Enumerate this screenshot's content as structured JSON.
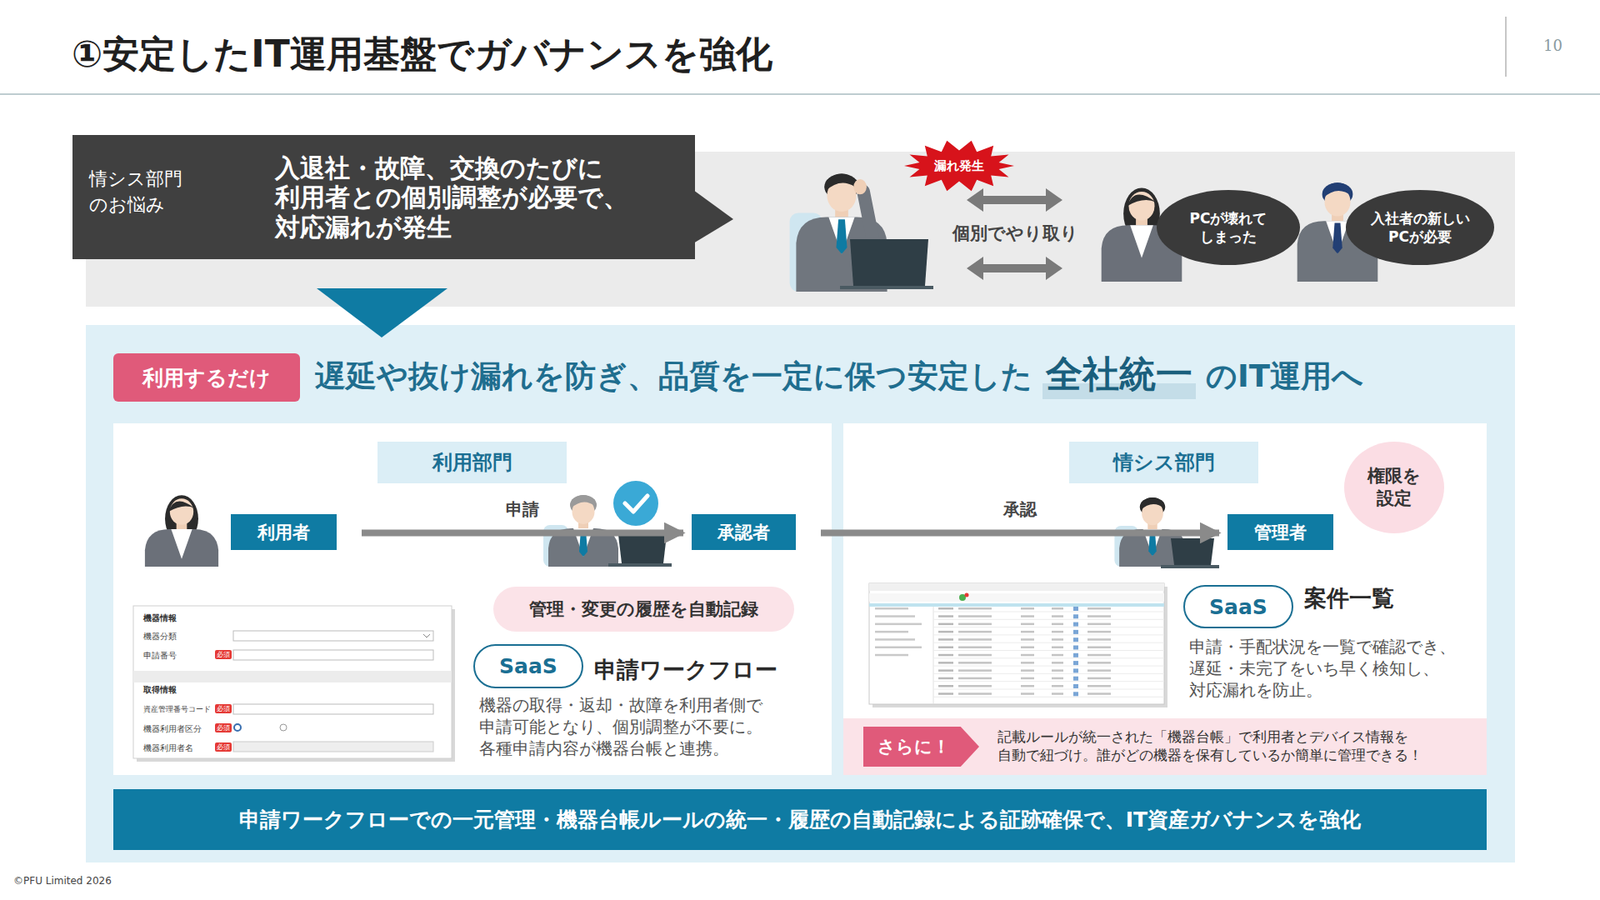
{
  "diagram": {
    "title": "①安定したIT運用基盤でガバナンスを強化",
    "nodes": [
      {
        "text": [
          "情シス部門 のお悩み",
          "入退社・故障、交換のたびに 利用者との個別調整が必要で、 対応漏れが発生"
        ]
      },
      {
        "text": [
          "漏れ発生"
        ]
      },
      {
        "text": [
          "PCが壊れて しまった"
        ]
      },
      {
        "text": [
          "入社者の新しい PCが必要"
        ]
      },
      {
        "text": [
          "遅延や抜け漏れを防ぎ、品質を一定に保つ安定した",
          "全社統一",
          "のIT運用へ"
        ]
      },
      {
        "text": [
          "利用するだけ"
        ],
        "in": 4
      },
      {
        "text": [
          "申請ワークフロー",
          "機器の取得・返却・故障を利用者側で 申請可能となり、個別調整が不要に。 各種申請内容が機器台帳と連携。"
        ],
        "in": 4
      },
      {
        "text": [
          "利用部門"
        ],
        "in": 6
      },
      {
        "text": [
          "利用者"
        ],
        "in": 6
      },
      {
        "text": [
          "承認者"
        ],
        "in": 6
      },
      {
        "text": [
          "管理・変更の履歴を自動記録"
        ],
        "in": 6
      },
      {
        "text": [
          "SaaS"
        ],
        "in": 6
      },
      {
        "text": [
          "機器情報",
          "機器分類",
          "申請番号",
          "必須",
          "取得情報",
          "資産管理番号コード",
          "必須",
          "機器利用者区分",
          "必須",
          "機器利用者名",
          "必須"
        ],
        "in": 6
      },
      {
        "text": [
          "案件一覧",
          "申請・手配状況を一覧で確認でき、 遅延・未完了をいち早く検知し、 対応漏れを防止。"
        ],
        "in": 4
      },
      {
        "text": [
          "情シス部門"
        ],
        "in": 13
      },
      {
        "text": [
          "管理者"
        ],
        "in": 13
      },
      {
        "text": [
          "権限を 設定"
        ],
        "in": 13
      },
      {
        "text": [
          "SaaS"
        ],
        "in": 13
      },
      {
        "text": [
          "記載ルールが統一された「機器台帳」で利用者とデバイス情報を 自動で紐づけ。誰がどの機器を保有しているか簡単に管理できる！"
        ],
        "in": 13
      },
      {
        "text": [
          "さらに！"
        ],
        "in": 18
      },
      {
        "text": [
          "申請ワークフローでの一元管理・機器台帳ルールの統一・履歴の自動記録による証跡確保で、IT資産ガバナンスを強化"
        ],
        "in": 4
      }
    ],
    "edges": [
      {
        "from": 8,
        "to": 9,
        "label": "申請",
        "arrow": "to"
      },
      {
        "from": 9,
        "to": 15,
        "label": "承認",
        "arrow": "to"
      }
    ],
    "labels": [
      "10",
      "個別でやり取り",
      "©PFU Limited 2026"
    ]
  }
}
